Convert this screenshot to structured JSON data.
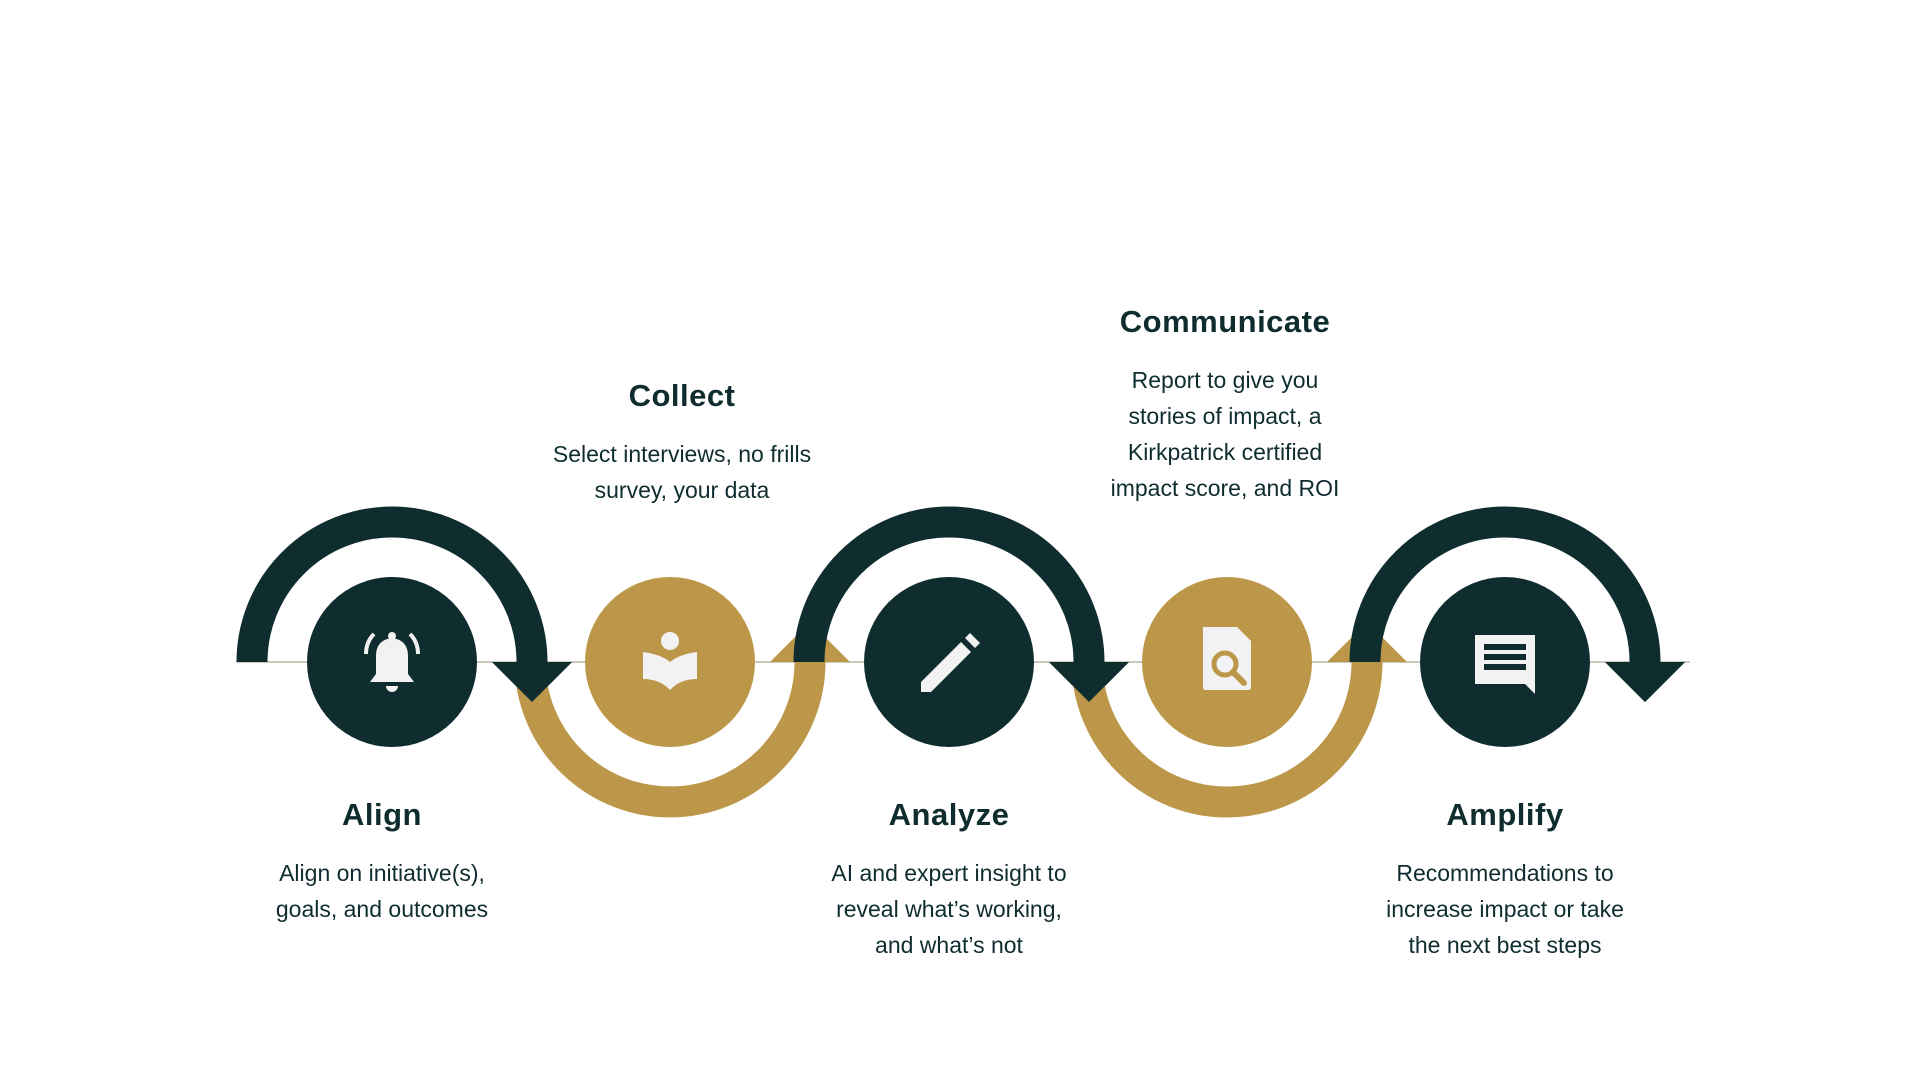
{
  "colors": {
    "dark": "#0f2d2f",
    "gold": "#bd9749",
    "icon": "#f2f2f2"
  },
  "steps": [
    {
      "title": "Align",
      "desc": "Align on initiative(s), goals, and outcomes",
      "icon": "bell-icon",
      "color": "dark",
      "text_position": "below"
    },
    {
      "title": "Collect",
      "desc": "Select interviews, no frills survey, your data",
      "icon": "book-reader-icon",
      "color": "gold",
      "text_position": "above"
    },
    {
      "title": "Analyze",
      "desc": "AI and expert insight to reveal what’s working, and what’s not",
      "icon": "pencil-icon",
      "color": "dark",
      "text_position": "below"
    },
    {
      "title": "Communicate",
      "desc": "Report to give you stories of impact, a Kirkpatrick certified impact score, and ROI",
      "icon": "document-search-icon",
      "color": "gold",
      "text_position": "above"
    },
    {
      "title": "Amplify",
      "desc": "Recommendations to increase impact or take the next best steps",
      "icon": "message-icon",
      "color": "dark",
      "text_position": "below"
    }
  ]
}
